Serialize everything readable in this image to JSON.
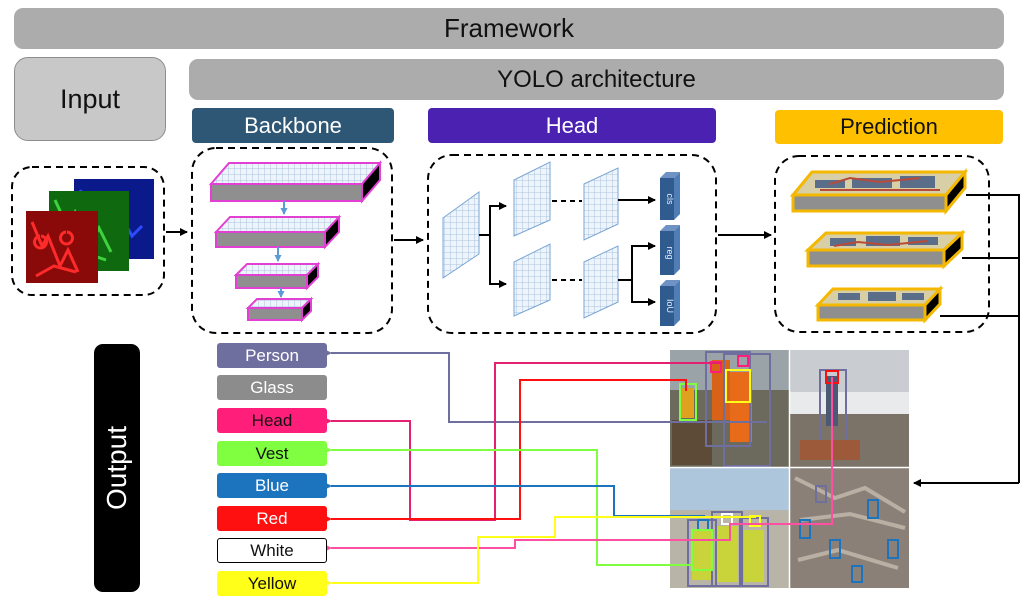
{
  "framework_title": "Framework",
  "input_label": "Input",
  "yolo_label": "YOLO architecture",
  "sections": {
    "backbone": "Backbone",
    "head": "Head",
    "prediction": "Prediction"
  },
  "head_outputs": [
    "cls",
    "reg",
    "IoU"
  ],
  "output_label": "Output",
  "classes": [
    {
      "name": "Person",
      "color": "#6f6f9f"
    },
    {
      "name": "Glass",
      "color": "#8c8c8c"
    },
    {
      "name": "Head",
      "color": "#ff1f7a"
    },
    {
      "name": "Vest",
      "color": "#7fff3f"
    },
    {
      "name": "Blue",
      "color": "#1c74bf"
    },
    {
      "name": "Red",
      "color": "#ff1010"
    },
    {
      "name": "White",
      "color": "#ffffff"
    },
    {
      "name": "Yellow",
      "color": "#ffff1a"
    }
  ],
  "colors": {
    "backbone": "#2e5675",
    "head": "#4a21b1",
    "prediction": "#ffc000",
    "backbone_layer_border": "#e23fd3",
    "prediction_layer_border": "#f4b800"
  }
}
